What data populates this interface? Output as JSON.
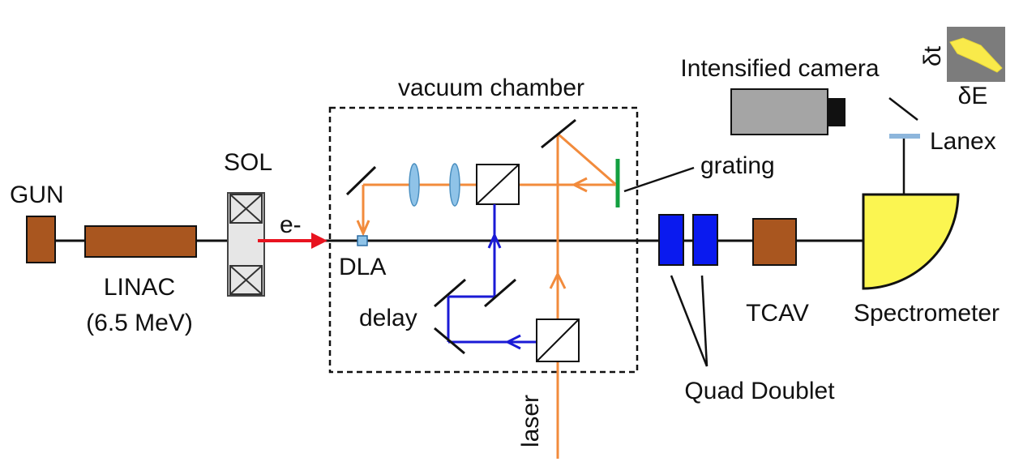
{
  "labels": {
    "gun": "GUN",
    "linac": "LINAC",
    "linac_energy": "(6.5 MeV)",
    "sol": "SOL",
    "electron": "e-",
    "vacuum_chamber": "vacuum chamber",
    "dla": "DLA",
    "delay": "delay",
    "grating": "grating",
    "laser": "laser",
    "quad_doublet": "Quad Doublet",
    "tcav": "TCAV",
    "spectrometer": "Spectrometer",
    "intensified_camera": "Intensified camera",
    "lanex": "Lanex",
    "delta_t": "δt",
    "delta_e": "δE"
  },
  "colors": {
    "beamline": "#111111",
    "component_brown": "#a9561f",
    "laser_orange": "#f28b3c",
    "laser_blue": "#1a1ad6",
    "electron_arrow": "#e8131f",
    "quadrupole": "#0a1aef",
    "spectrometer_fill": "#fbf551",
    "grating_green": "#13a040",
    "lens_blue": "#8fc3e8",
    "camera_gray": "#a5a5a5",
    "lanex_blue": "#8db6dc",
    "screen_gray": "#7c7c7c",
    "trace_yellow": "#f9ea4a"
  }
}
